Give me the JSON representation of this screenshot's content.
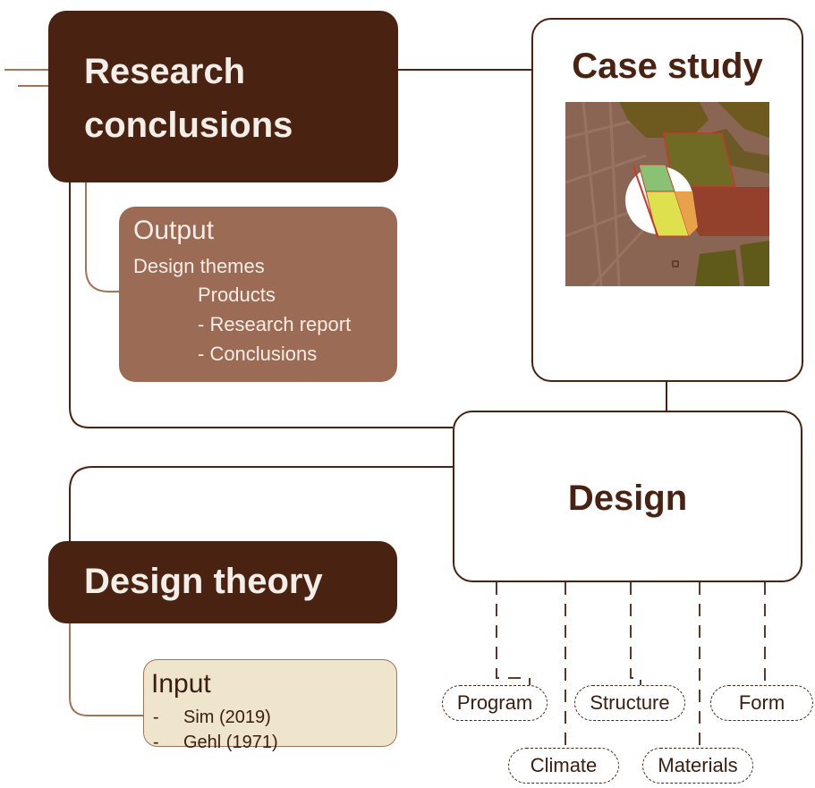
{
  "research": {
    "title_line1": "Research",
    "title_line2": "conclusions"
  },
  "output": {
    "heading": "Output",
    "line1": "Design themes",
    "line2": "Products",
    "line3": "- Research report",
    "line4": "- Conclusions"
  },
  "case_study": {
    "title": "Case study"
  },
  "design": {
    "title": "Design"
  },
  "design_theory": {
    "title": "Design theory"
  },
  "input": {
    "heading": "Input",
    "item1_bullet": "-",
    "item1": "Sim (2019)",
    "item2_bullet": "-",
    "item2": "Gehl (1971)"
  },
  "aspects": {
    "program": "Program",
    "structure": "Structure",
    "form": "Form",
    "climate": "Climate",
    "materials": "Materials"
  },
  "colors": {
    "dark_brown": "#4a2211",
    "mid_brown": "#9b6b56",
    "cream": "#efe5cc",
    "line_brown": "#a37458"
  }
}
